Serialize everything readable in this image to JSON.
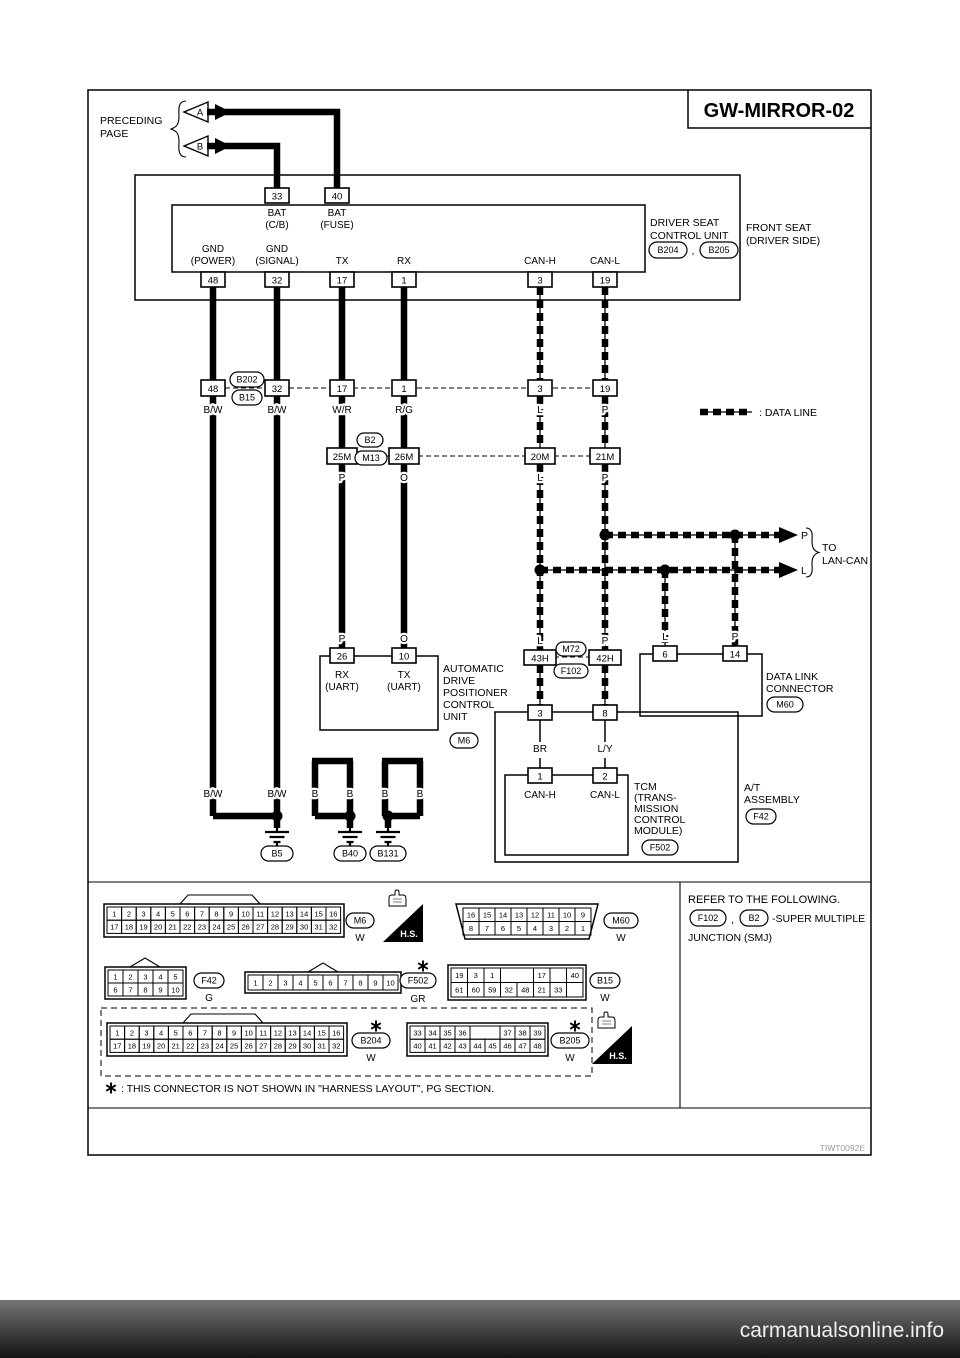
{
  "title": "GW-MIRROR-02",
  "figure_code": "TIWT0092E",
  "watermark": "carmanualsonline.info",
  "preceding": {
    "line1": "PRECEDING",
    "line2": "PAGE",
    "a": "A",
    "b": "B"
  },
  "legend": ": DATA LINE",
  "lan_can": {
    "to": "TO",
    "name": "LAN-CAN",
    "p": "P",
    "l": "L"
  },
  "unit": {
    "name1": "DRIVER SEAT",
    "name2": "CONTROL UNIT",
    "loc1": "FRONT SEAT",
    "loc2": "(DRIVER SIDE)",
    "comma": ",",
    "bat": "BAT",
    "cb": "(C/B)",
    "fuse": "(FUSE)",
    "gnd": "GND",
    "power": "(POWER)",
    "signal": "(SIGNAL)",
    "tx": "TX",
    "rx": "RX",
    "canh": "CAN-H",
    "canl": "CAN-L"
  },
  "pins": {
    "p33": "33",
    "p40": "40",
    "p48": "48",
    "p32": "32",
    "p17": "17",
    "p1": "1",
    "p3": "3",
    "p19": "19",
    "p25m": "25M",
    "p26m": "26M",
    "p20m": "20M",
    "p21m": "21M",
    "p26": "26",
    "p10": "10",
    "p43h": "43H",
    "p42h": "42H",
    "p6": "6",
    "p14": "14",
    "p8": "8",
    "p2": "2"
  },
  "colors": {
    "bw": "B/W",
    "wr": "W/R",
    "rg": "R/G",
    "l": "L",
    "p": "P",
    "o": "O",
    "b": "B",
    "br": "BR",
    "ly": "L/Y",
    "w": "W",
    "g": "G",
    "gr": "GR"
  },
  "ovals": {
    "b202": "B202",
    "b15": "B15",
    "b2": "B2",
    "m13": "M13",
    "m72": "M72",
    "f102": "F102",
    "b204": "B204",
    "b205": "B205",
    "b5": "B5",
    "b40": "B40",
    "b131": "B131",
    "m6": "M6",
    "m60": "M60",
    "f42": "F42",
    "f502": "F502"
  },
  "adp": {
    "lines": [
      "AUTOMATIC",
      "DRIVE",
      "POSITIONER",
      "CONTROL",
      "UNIT"
    ],
    "rx": "RX",
    "tx": "TX",
    "uart": "(UART)"
  },
  "dlc": {
    "line1": "DATA LINK",
    "line2": "CONNECTOR"
  },
  "tcm": {
    "lines": [
      "TCM",
      "(TRANS-",
      "MISSION",
      "CONTROL",
      "MODULE)"
    ],
    "canh": "CAN-H",
    "canl": "CAN-L"
  },
  "at_unit": {
    "line1": "A/T",
    "line2": "ASSEMBLY"
  },
  "hs": "H.S.",
  "note": ": THIS CONNECTOR IS NOT SHOWN IN \"HARNESS LAYOUT\", PG SECTION.",
  "refer": {
    "line1": "REFER TO THE FOLLOWING.",
    "comma": ",",
    "smj1": "-SUPER MULTIPLE",
    "smj2": "JUNCTION (SMJ)"
  },
  "pin_grids": {
    "m6": [
      [
        "1",
        "2",
        "3",
        "4",
        "5",
        "6",
        "7",
        "8",
        "9",
        "10",
        "11",
        "12",
        "13",
        "14",
        "15",
        "16"
      ],
      [
        "17",
        "18",
        "19",
        "20",
        "21",
        "22",
        "23",
        "24",
        "25",
        "26",
        "27",
        "28",
        "29",
        "30",
        "31",
        "32"
      ]
    ],
    "m60": [
      [
        "16",
        "15",
        "14",
        "13",
        "12",
        "11",
        "10",
        "9"
      ],
      [
        "8",
        "7",
        "6",
        "5",
        "4",
        "3",
        "2",
        "1"
      ]
    ],
    "f42": [
      [
        "1",
        "2",
        "3",
        "4",
        "5"
      ],
      [
        "6",
        "7",
        "8",
        "9",
        "10"
      ]
    ],
    "f502": [
      [
        "1",
        "2",
        "3",
        "4",
        "5",
        "6",
        "7",
        "8",
        "9",
        "10"
      ]
    ],
    "b15": [
      [
        "19",
        "3",
        "1",
        {
          "t": "",
          "w": 2
        },
        "17",
        {
          "t": "",
          "w": 1
        },
        "40"
      ],
      [
        "61",
        "60",
        "59",
        "32",
        "48",
        "21",
        "33",
        {
          "t": "",
          "w": 1
        }
      ]
    ],
    "b204": [
      [
        "1",
        "2",
        "3",
        "4",
        "5",
        "6",
        "7",
        "8",
        "9",
        "10",
        "11",
        "12",
        "13",
        "14",
        "15",
        "16"
      ],
      [
        "17",
        "18",
        "19",
        "20",
        "21",
        "22",
        "23",
        "24",
        "25",
        "26",
        "27",
        "28",
        "29",
        "30",
        "31",
        "32"
      ]
    ],
    "b205": [
      [
        "33",
        "34",
        "35",
        "36",
        {
          "t": "",
          "w": 2
        },
        "37",
        "38",
        "39"
      ],
      [
        "40",
        "41",
        "42",
        "43",
        "44",
        "45",
        "46",
        "47",
        "48"
      ]
    ]
  }
}
